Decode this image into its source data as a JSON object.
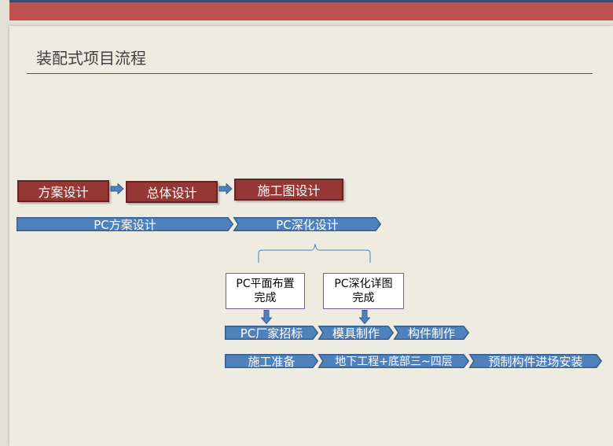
{
  "slide": {
    "title": "装配式项目流程"
  },
  "design_phases": [
    {
      "label": "方案设计"
    },
    {
      "label": "总体设计"
    },
    {
      "label": "施工图设计"
    }
  ],
  "pc_design": [
    {
      "label": "PC方案设计"
    },
    {
      "label": "PC深化设计"
    }
  ],
  "milestones": [
    {
      "line1": "PC平面布置",
      "line2": "完成"
    },
    {
      "line1": "PC深化详图",
      "line2": "完成"
    }
  ],
  "procurement": [
    {
      "label": "PC厂家招标"
    },
    {
      "label": "模具制作"
    },
    {
      "label": "构件制作"
    }
  ],
  "construction": [
    {
      "label": "施工准备"
    },
    {
      "label": "地下工程+底部三~四层"
    },
    {
      "label": "预制构件进场安装"
    }
  ],
  "colors": {
    "accent_red": "#c0504d",
    "box_red": "#953735",
    "chevron_blue": "#4f81bd",
    "chevron_border": "#385d8a",
    "milestone_border": "#7a5a9a"
  }
}
